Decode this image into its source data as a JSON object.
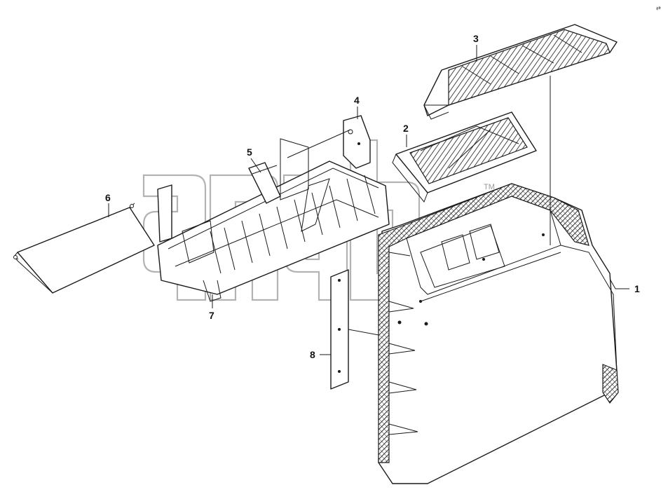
{
  "callouts": [
    {
      "id": "1",
      "label": "1"
    },
    {
      "id": "2",
      "label": "2"
    },
    {
      "id": "3",
      "label": "3"
    },
    {
      "id": "4",
      "label": "4"
    },
    {
      "id": "5",
      "label": "5"
    },
    {
      "id": "6",
      "label": "6"
    },
    {
      "id": "7",
      "label": "7"
    },
    {
      "id": "8",
      "label": "8"
    }
  ],
  "watermark": {
    "text": "anab",
    "trademark": "TM"
  },
  "corner_mark": "⇄"
}
